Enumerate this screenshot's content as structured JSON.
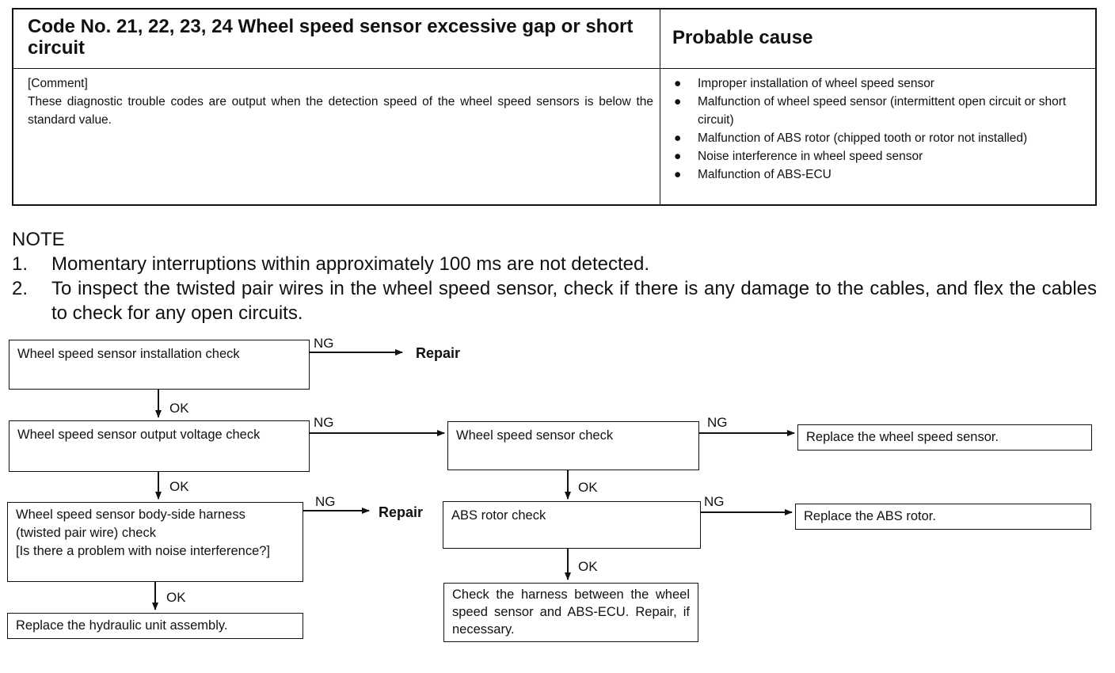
{
  "table": {
    "code_title": "Code No. 21, 22, 23, 24 Wheel speed sensor excessive gap or short circuit",
    "cause_title": "Probable cause",
    "comment_heading": "[Comment]",
    "comment_text": "These diagnostic trouble codes are output when the detection speed of the wheel speed sensors is below the standard value.",
    "bullet_symbol": "●",
    "causes": [
      "Improper installation of wheel speed sensor",
      "Malfunction of wheel speed sensor (intermittent open circuit or short circuit)",
      "Malfunction of ABS rotor (chipped tooth or rotor not installed)",
      "Noise interference in wheel speed sensor",
      "Malfunction of ABS-ECU"
    ]
  },
  "note": {
    "heading": "NOTE",
    "items": [
      {
        "num": "1.",
        "text": "Momentary interruptions within approximately 100 ms are not detected."
      },
      {
        "num": "2.",
        "text": "To inspect the twisted pair wires in the wheel speed sensor, check if there is any damage to the cables, and flex the cables to check for any open circuits."
      }
    ]
  },
  "flow": {
    "boxes": {
      "installation_check": "Wheel speed sensor installation check",
      "output_voltage_check": "Wheel speed sensor output voltage check",
      "harness_check_line1": "Wheel speed sensor body-side harness",
      "harness_check_line2": "(twisted pair wire) check",
      "harness_check_line3": "[Is there a problem with noise interference?]",
      "replace_hydraulic": "Replace the hydraulic unit assembly.",
      "sensor_check": "Wheel speed sensor check",
      "abs_rotor_check": "ABS rotor check",
      "check_harness_ecu": "Check the harness between the wheel speed sensor and ABS-ECU. Repair, if necessary.",
      "replace_sensor": "Replace the wheel speed sensor.",
      "replace_rotor": "Replace the ABS rotor."
    },
    "labels": {
      "ng": "NG",
      "ok": "OK",
      "repair": "Repair"
    }
  }
}
